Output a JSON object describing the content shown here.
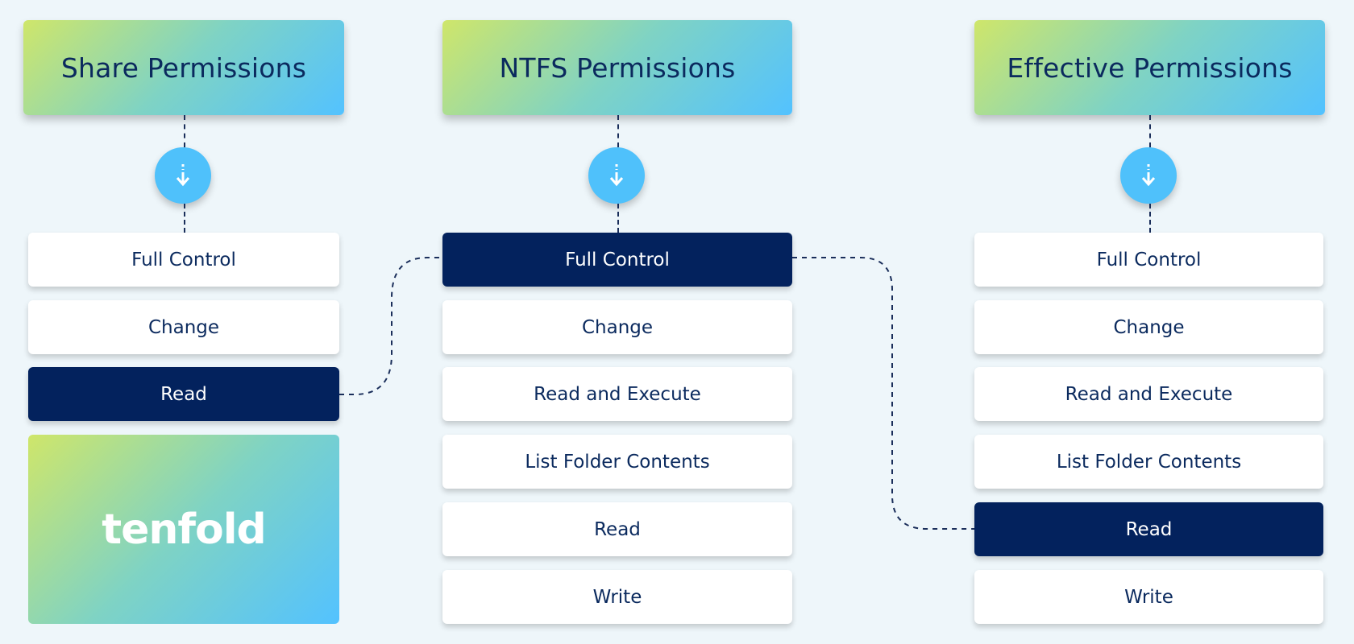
{
  "columns": [
    {
      "title": "Share Permissions",
      "items": [
        {
          "label": "Full Control",
          "active": false
        },
        {
          "label": "Change",
          "active": false
        },
        {
          "label": "Read",
          "active": true
        }
      ]
    },
    {
      "title": "NTFS Permissions",
      "items": [
        {
          "label": "Full Control",
          "active": true
        },
        {
          "label": "Change",
          "active": false
        },
        {
          "label": "Read and Execute",
          "active": false
        },
        {
          "label": "List Folder Contents",
          "active": false
        },
        {
          "label": "Read",
          "active": false
        },
        {
          "label": "Write",
          "active": false
        }
      ]
    },
    {
      "title": "Effective Permissions",
      "items": [
        {
          "label": "Full Control",
          "active": false
        },
        {
          "label": "Change",
          "active": false
        },
        {
          "label": "Read and Execute",
          "active": false
        },
        {
          "label": "List Folder Contents",
          "active": false
        },
        {
          "label": "Read",
          "active": true
        },
        {
          "label": "Write",
          "active": false
        }
      ]
    }
  ],
  "logo": {
    "text": "tenfold"
  },
  "colors": {
    "active_bg": "#03225d",
    "circle": "#4fc1fb",
    "text_dark": "#0b2a5e",
    "background": "#eef6fa"
  },
  "icons": [
    "arrow-down-icon"
  ]
}
